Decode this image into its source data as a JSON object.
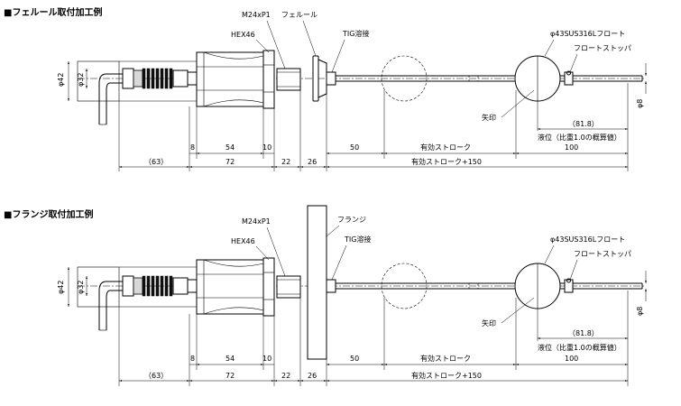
{
  "diagrams": [
    {
      "title": "■フェルール取付加工例",
      "fitting_label": "フェルール",
      "labels": {
        "m24": "M24xP1",
        "hex": "HEX46",
        "tig": "TIG溶接",
        "float": "φ43SUS316Lフロート",
        "stopper": "フロートストッパ",
        "arrow_mark": "矢印",
        "d42": "φ42",
        "d32": "φ32",
        "d8": "φ8",
        "liquid_level": "液位（比重1.0の概算値）"
      },
      "dims": {
        "d8a": "8",
        "d54": "54",
        "d10": "10",
        "d50": "50",
        "stroke": "有効ストローク",
        "d818": "（81.8）",
        "d100": "100",
        "d63": "（63）",
        "d72": "72",
        "d22": "22",
        "d26": "26",
        "stroke150": "有効ストローク+150"
      }
    },
    {
      "title": "■フランジ取付加工例",
      "fitting_label": "フランジ",
      "labels": {
        "m24": "M24xP1",
        "hex": "HEX46",
        "tig": "TIG溶接",
        "float": "φ43SUS316Lフロート",
        "stopper": "フロートストッパ",
        "arrow_mark": "矢印",
        "d42": "φ42",
        "d32": "φ32",
        "d8": "φ8",
        "liquid_level": "液位（比重1.0の概算値）"
      },
      "dims": {
        "d8a": "8",
        "d54": "54",
        "d10": "10",
        "d50": "50",
        "stroke": "有効ストローク",
        "d818": "（81.8）",
        "d100": "100",
        "d63": "（63）",
        "d72": "72",
        "d22": "22",
        "d26": "26",
        "stroke150": "有効ストローク+150"
      }
    }
  ]
}
